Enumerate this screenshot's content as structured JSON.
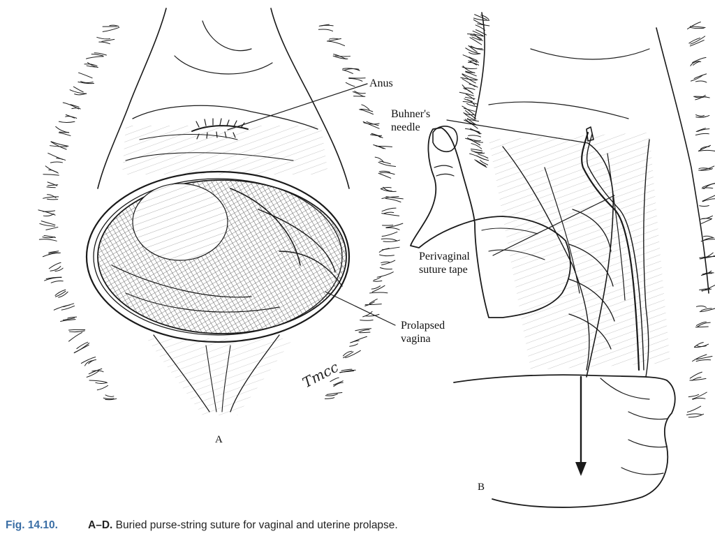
{
  "figure": {
    "labels": {
      "anus": "Anus",
      "buhners_needle_line1": "Buhner's",
      "buhners_needle_line2": "needle",
      "perivaginal_line1": "Perivaginal",
      "perivaginal_line2": "suture tape",
      "prolapsed_line1": "Prolapsed",
      "prolapsed_line2": "vagina"
    },
    "panel_a": "A",
    "panel_b": "B",
    "artist_signature": "Tmcc"
  },
  "caption": {
    "number": "Fig. 14.10.",
    "range": "A–D.",
    "text": "Buried purse-string suture for vaginal and uterine prolapse."
  },
  "colors": {
    "ink": "#1a1a1a",
    "caption_number": "#3a6ea5",
    "background": "#ffffff"
  }
}
